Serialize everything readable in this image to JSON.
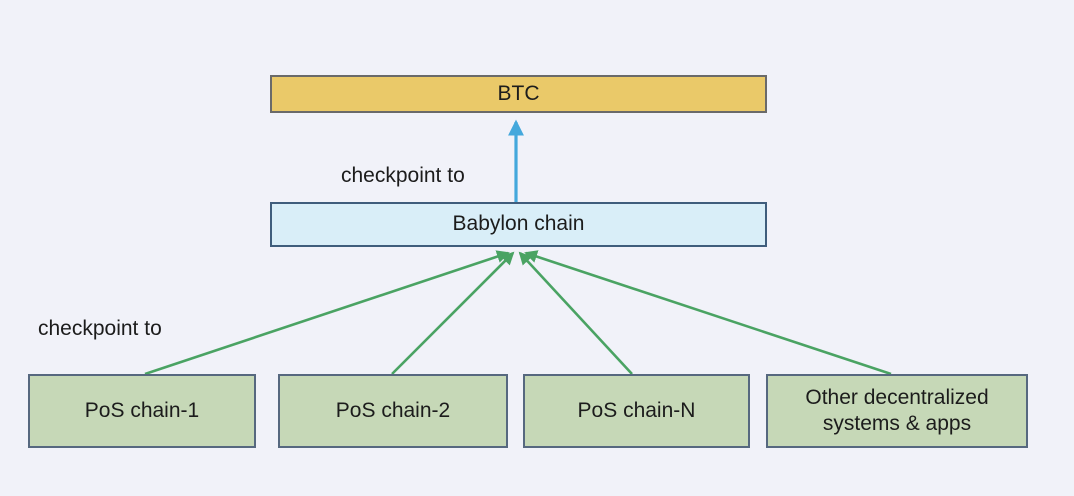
{
  "diagram": {
    "btc": {
      "label": "BTC"
    },
    "babylon": {
      "label": "Babylon chain"
    },
    "upper_edge_label": "checkpoint to",
    "lower_edge_label": "checkpoint to",
    "pos_chains": [
      {
        "label": "PoS chain-1"
      },
      {
        "label": "PoS chain-2"
      },
      {
        "label": "PoS chain-N"
      },
      {
        "label": "Other decentralized systems & apps"
      }
    ],
    "colors": {
      "background": "#f1f2f9",
      "text": "#1c1c1c",
      "btc_fill": "#eac969",
      "btc_border": "#6a6a6a",
      "babylon_fill": "#d9eef8",
      "babylon_border": "#3f5d7c",
      "pos_fill": "#c6d8b7",
      "pos_border": "#56687f",
      "green_arrow": "#4aa363",
      "blue_arrow": "#44a8dc"
    }
  }
}
